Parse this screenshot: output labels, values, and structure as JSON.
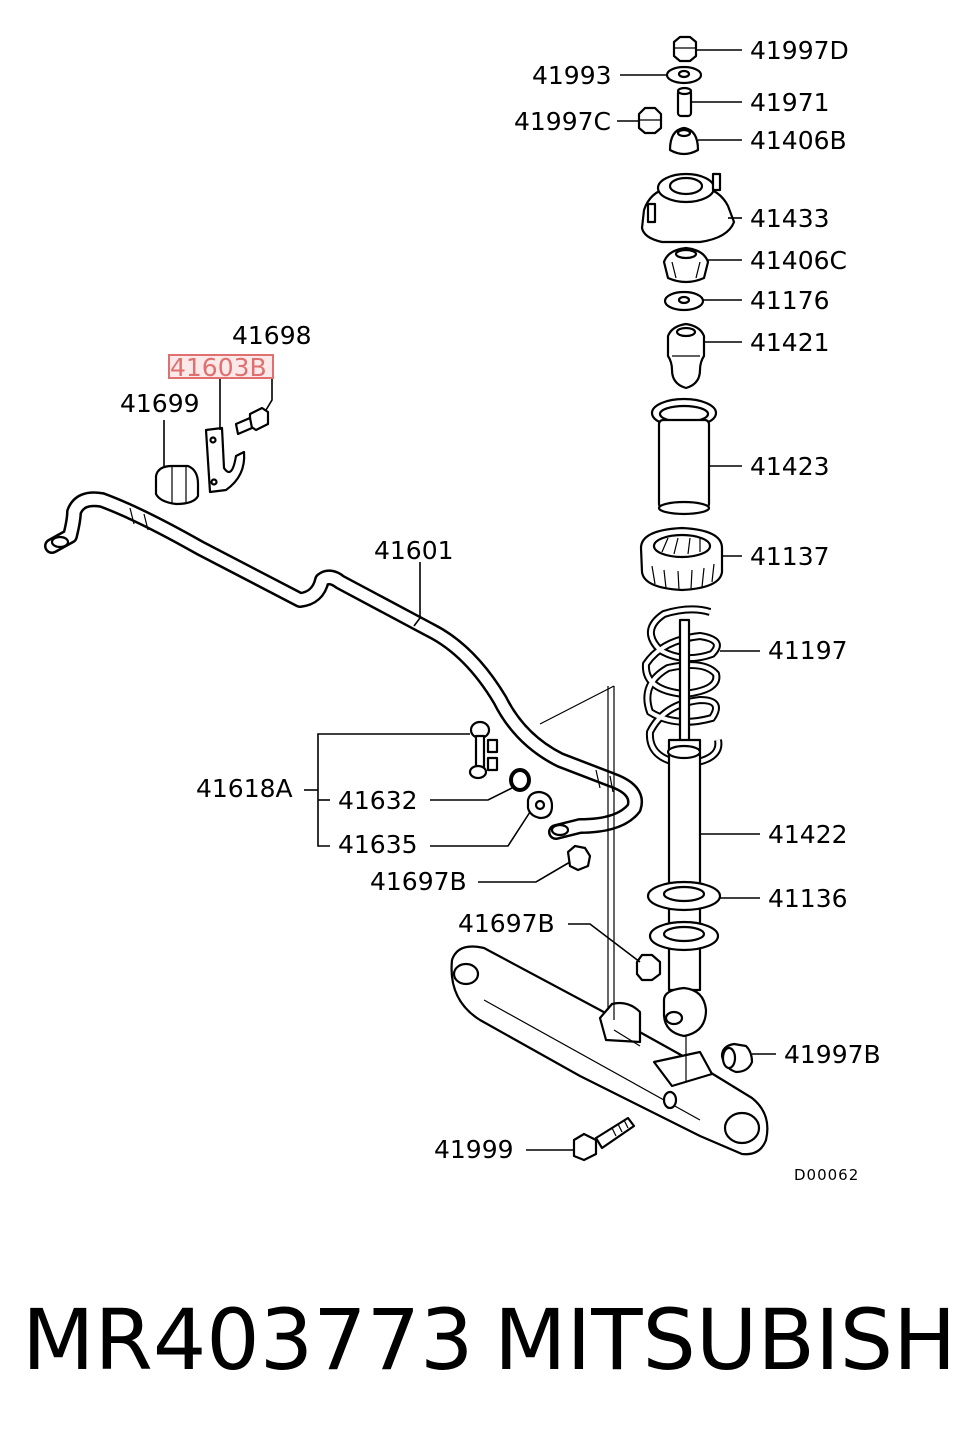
{
  "diagram": {
    "callouts": {
      "c41997D": "41997D",
      "c41993": "41993",
      "c41971": "41971",
      "c41997C": "41997C",
      "c41406B": "41406B",
      "c41433": "41433",
      "c41406C": "41406C",
      "c41176": "41176",
      "c41698": "41698",
      "c41421": "41421",
      "c41603B": "41603B",
      "c41699": "41699",
      "c41423": "41423",
      "c41601": "41601",
      "c41137": "41137",
      "c41197": "41197",
      "c41618A": "41618A",
      "c41632": "41632",
      "c41635": "41635",
      "c41422": "41422",
      "c41697B_a": "41697B",
      "c41136": "41136",
      "c41697B_b": "41697B",
      "c41997B": "41997B",
      "c41999": "41999"
    },
    "highlighted_part": "41603B",
    "highlight_color": "#e07070",
    "drawing_code": "D00062"
  },
  "caption": {
    "part_number": "MR403773",
    "brand": "MITSUBISHI"
  }
}
